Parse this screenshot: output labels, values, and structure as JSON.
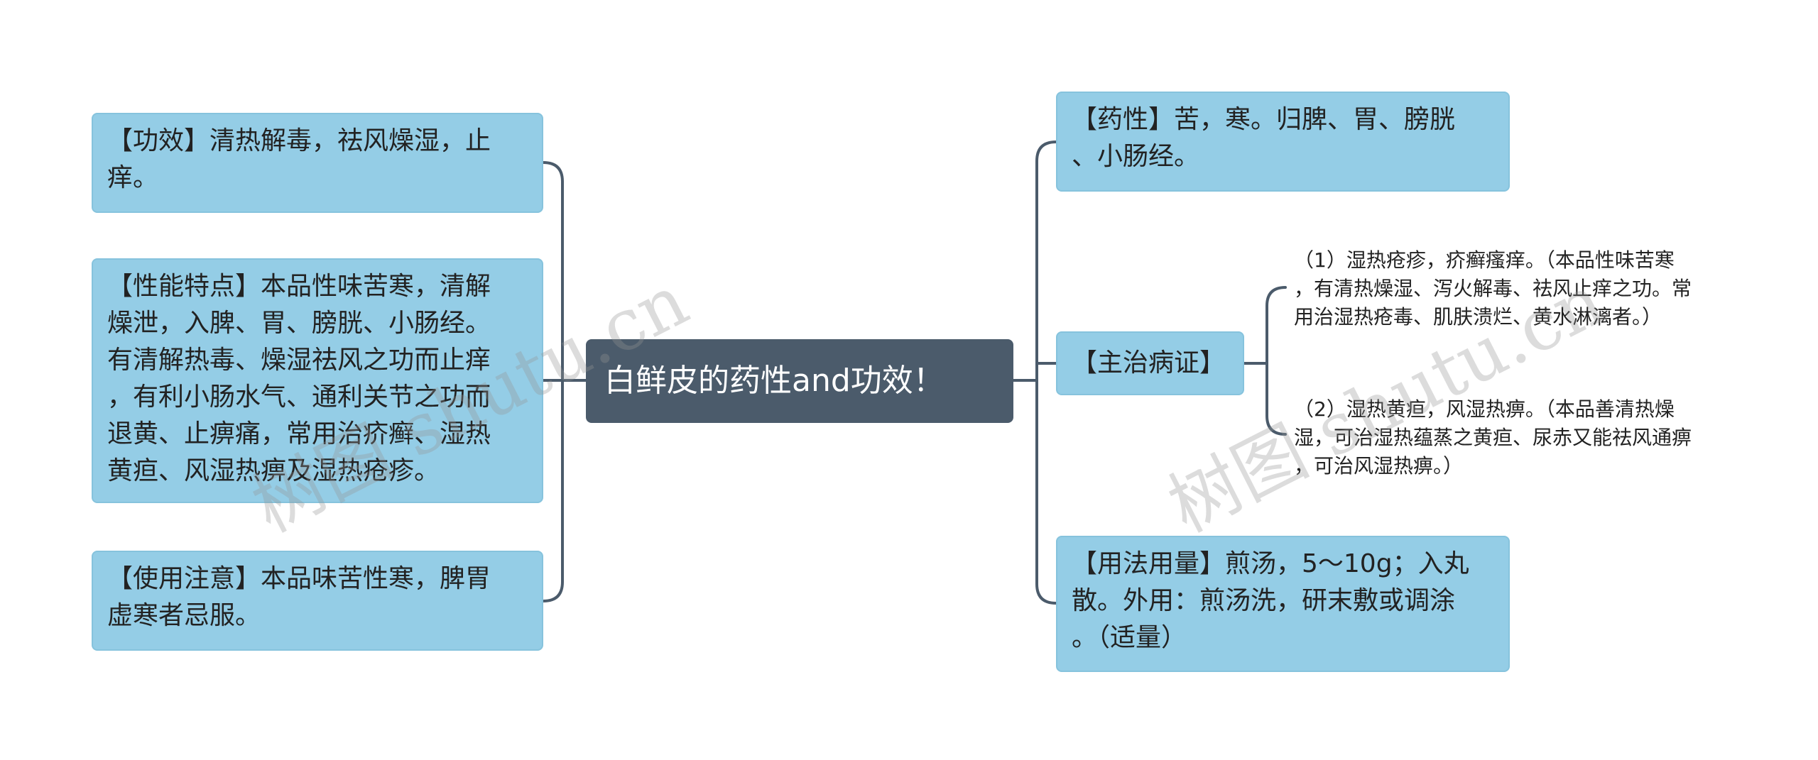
{
  "diagram": {
    "root": {
      "label": "白鲜皮的药性and功效！"
    },
    "left_branches": [
      {
        "label": "【功效】清热解毒，祛风燥湿，止\n痒。"
      },
      {
        "label": "【性能特点】本品性味苦寒，清解\n燥泄，入脾、胃、膀胱、小肠经。\n有清解热毒、燥湿祛风之功而止痒\n，有利小肠水气、通利关节之功而\n退黄、止痹痛，常用治疥癣、湿热\n黄疸、风湿热痹及湿热疮疹。"
      },
      {
        "label": "【使用注意】本品味苦性寒，脾胃\n虚寒者忌服。"
      }
    ],
    "right_branches": [
      {
        "label": "【药性】苦，寒。归脾、胃、膀胱\n、小肠经。"
      },
      {
        "label": "【主治病证】"
      },
      {
        "label": "【用法用量】煎汤，5～10g；入丸\n散。外用：煎汤洗，研末敷或调涂\n。（适量）"
      }
    ],
    "sub_branches": [
      {
        "label": "（1）湿热疮疹，疥癣瘙痒。（本品性味苦寒\n，有清热燥湿、泻火解毒、祛风止痒之功。常\n用治湿热疮毒、肌肤溃烂、黄水淋漓者。）"
      },
      {
        "label": "（2）湿热黄疸，风湿热痹。（本品善清热燥\n湿，可治湿热蕴蒸之黄疸、尿赤又能祛风通痹\n，可治风湿热痹。）"
      }
    ]
  },
  "watermarks": [
    "树图 shutu.cn",
    "树图 shutu.cn"
  ],
  "colors": {
    "node_fill": "#94cde6",
    "node_border": "#86c3dd",
    "root_fill": "#4b5b6b",
    "line": "#4b5b6b",
    "text": "#222222"
  }
}
